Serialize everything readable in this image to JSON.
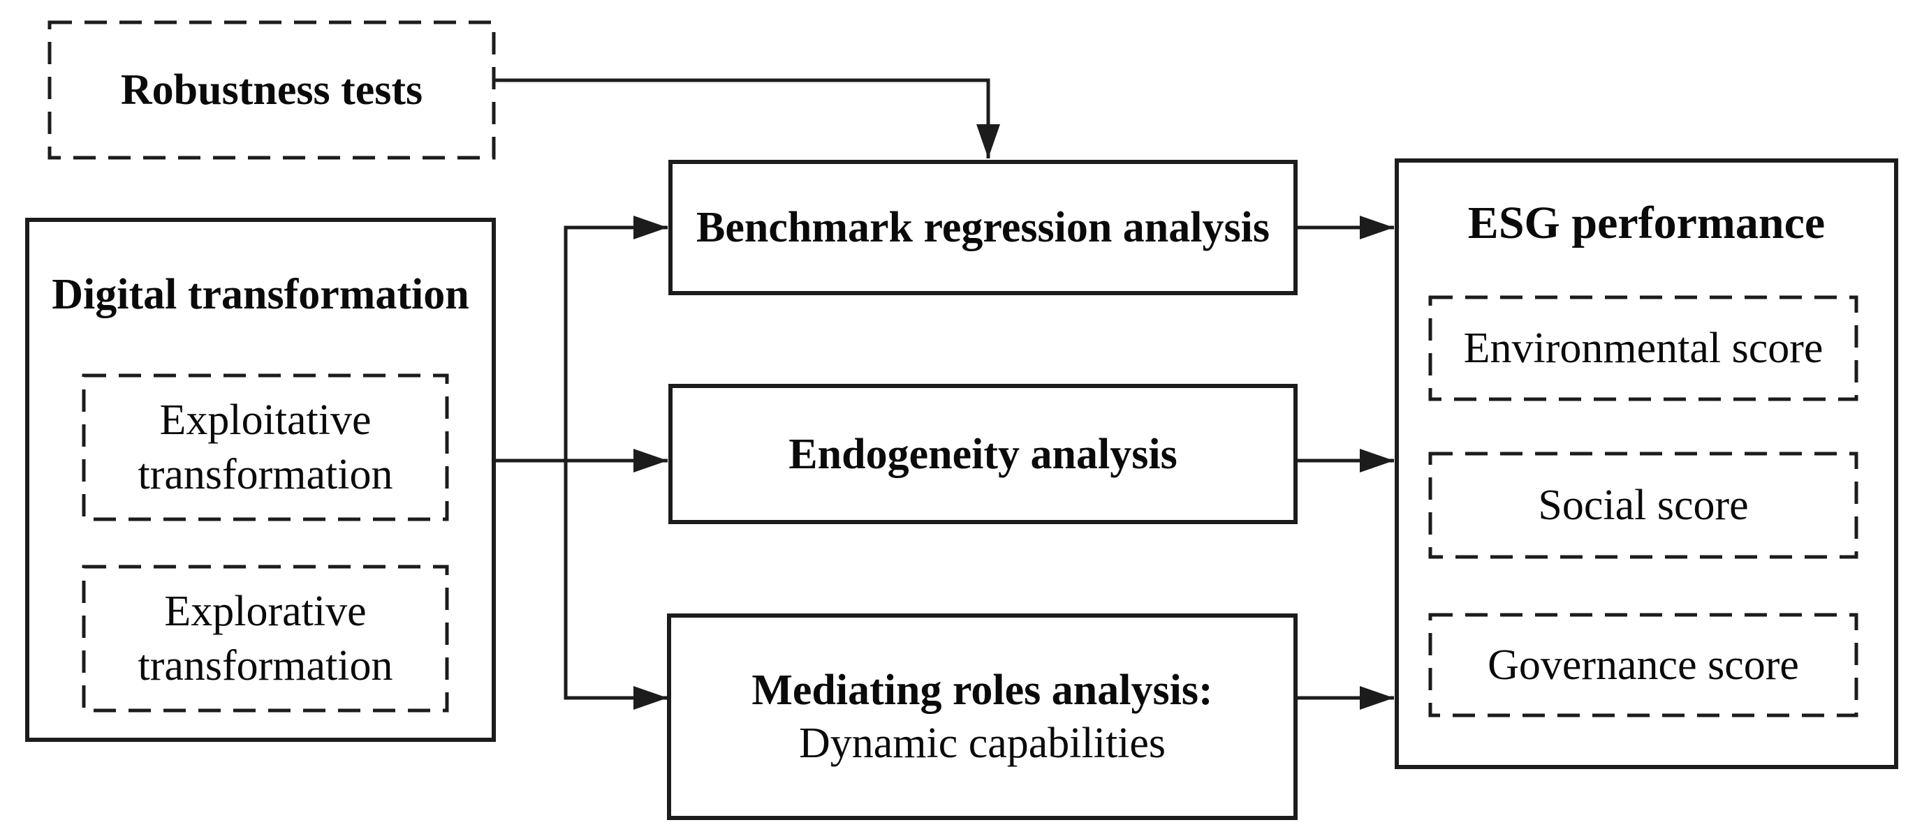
{
  "diagram": {
    "colors": {
      "background": "#ffffff",
      "line": "#1c1c1c",
      "text": "#0a0a0a"
    },
    "robustness_box": {
      "label": "Robustness tests"
    },
    "digital_box": {
      "title": "Digital transformation",
      "sub_boxes": [
        {
          "line1": "Exploitative",
          "line2": "transformation"
        },
        {
          "line1": "Explorative",
          "line2": "transformation"
        }
      ]
    },
    "analysis_boxes": [
      {
        "title": "Benchmark regression analysis"
      },
      {
        "title": "Endogeneity analysis"
      },
      {
        "title": "Mediating roles analysis:",
        "subtitle": "Dynamic capabilities"
      }
    ],
    "esg_box": {
      "title": "ESG performance",
      "sub_boxes": [
        {
          "label": "Environmental score"
        },
        {
          "label": "Social score"
        },
        {
          "label": "Governance score"
        }
      ]
    }
  }
}
